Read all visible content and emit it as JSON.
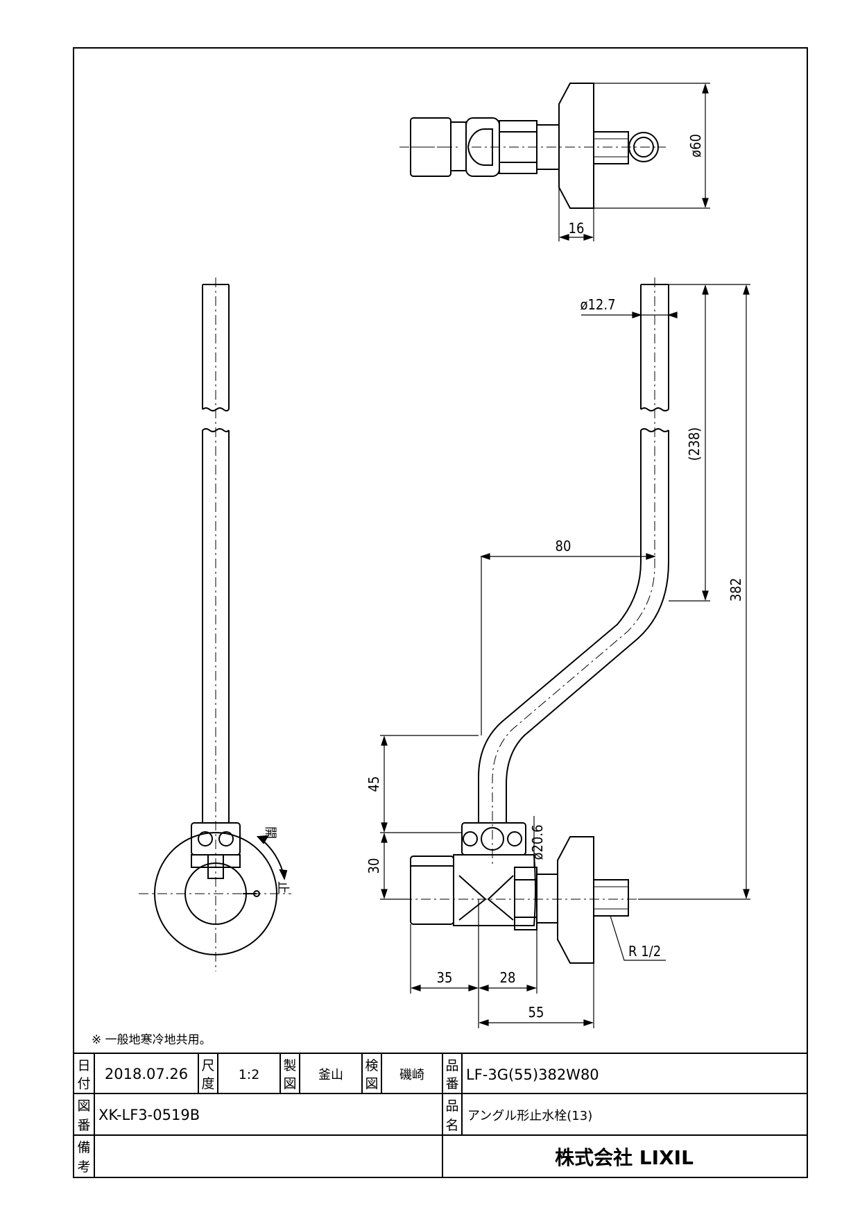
{
  "dimensions": {
    "top_flange_dia": "ø60",
    "top_flange_thickness": "16",
    "pipe_dia": "ø12.7",
    "pipe_upper_length": "(238)",
    "overall_height": "382",
    "offset_width": "80",
    "rise": "45",
    "body_height": "30",
    "nut_dia": "ø20.6",
    "thread": "R 1/2",
    "body_length": "35",
    "body_to_nut": "28",
    "center_to_wall": "55"
  },
  "handle_labels": {
    "open": "開",
    "close": "止"
  },
  "note": "※ 一般地寒冷地共用。",
  "title_block": {
    "date_label": [
      "日",
      "付"
    ],
    "date": "2018.07.26",
    "scale_label": [
      "尺",
      "度"
    ],
    "scale": "1:2",
    "drawn_label": [
      "製",
      "図"
    ],
    "drawn_by": "釜山",
    "checked_label": [
      "検",
      "図"
    ],
    "checked_by": "磯崎",
    "part_no_label": [
      "品",
      "番"
    ],
    "part_no": "LF-3G(55)382W80",
    "drawing_no_label": [
      "図",
      "番"
    ],
    "drawing_no": "XK-LF3-0519B",
    "product_name_label": [
      "品",
      "名"
    ],
    "product_name": "アングル形止水栓(13)",
    "remarks_label": [
      "備",
      "考"
    ],
    "remarks": "",
    "company": "株式会社 LIXIL"
  }
}
